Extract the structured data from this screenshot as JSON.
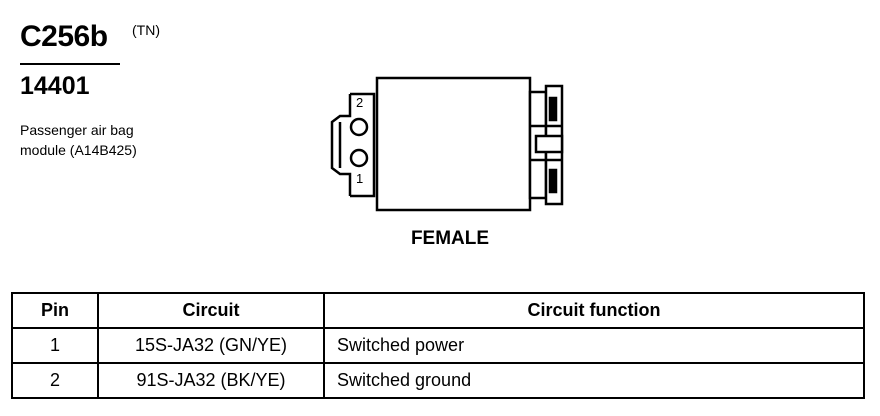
{
  "connector": {
    "id": "C256b",
    "superscript": "(TN)",
    "part_number": "14401",
    "description_lines": [
      "Passenger air bag",
      "module (A14B425)"
    ]
  },
  "diagram": {
    "gender": "FEMALE",
    "pin_labels": [
      "2",
      "1"
    ]
  },
  "table": {
    "headers": [
      "Pin",
      "Circuit",
      "Circuit function"
    ],
    "rows": [
      {
        "pin": "1",
        "circuit": "15S-JA32 (GN/YE)",
        "function": "Switched power"
      },
      {
        "pin": "2",
        "circuit": "91S-JA32 (BK/YE)",
        "function": "Switched ground"
      }
    ]
  }
}
